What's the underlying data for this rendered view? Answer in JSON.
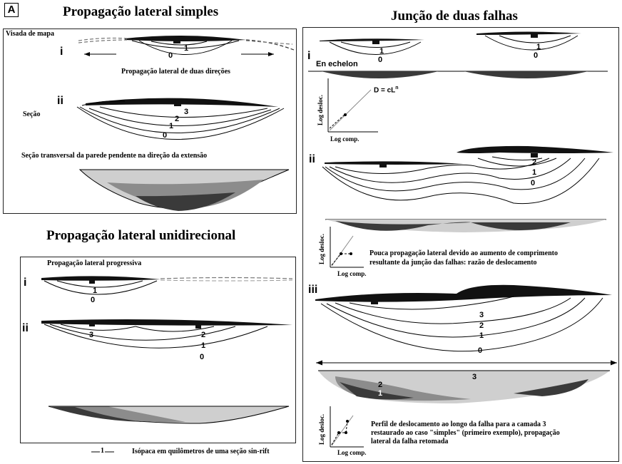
{
  "corner_label": "A",
  "left_top": {
    "title": "Propagação lateral simples",
    "map_label": "Visada de mapa",
    "roman_i": "i",
    "arrow_caption": "Propagação lateral de duas direções",
    "roman_ii": "ii",
    "section_label": "Seção",
    "isopachs_i": [
      "1",
      "0"
    ],
    "isopachs_ii": [
      "3",
      "2",
      "1",
      "0"
    ],
    "cross_section_caption": "Seção transversal da parede pendente na direção da extensão"
  },
  "left_bottom": {
    "title": "Propagação lateral unidirecional",
    "caption": "Propagação lateral progressiva",
    "roman_i": "i",
    "roman_ii": "ii",
    "isopachs_i": [
      "1",
      "0"
    ],
    "isopachs_ii_left": [
      "3"
    ],
    "isopachs_ii_right": [
      "2",
      "1",
      "0"
    ]
  },
  "right": {
    "title": "Junção de duas falhas",
    "roman_i": "i",
    "en_echelon": "En echelon",
    "isopachs_i_left": [
      "1",
      "0"
    ],
    "isopachs_i_right": [
      "1",
      "0"
    ],
    "equation": "D = cL",
    "equation_exp": "n",
    "roman_ii": "ii",
    "isopachs_ii": [
      "2",
      "1",
      "0"
    ],
    "ii_caption_line1": "Pouca propagação lateral devido ao aumento de comprimento",
    "ii_caption_line2": "resultante da junção das falhas: razão de deslocamento",
    "roman_iii": "iii",
    "isopachs_iii": [
      "3",
      "2",
      "1",
      "0"
    ],
    "profile_labels": [
      "3",
      "2",
      "1"
    ],
    "iii_caption_line1": "Perfil de deslocamento ao longo da falha para a camada 3",
    "iii_caption_line2": "restaurado ao caso \"simples\" (primeiro exemplo), propagação",
    "iii_caption_line3": "lateral da falha retomada"
  },
  "axes": {
    "log_displ": "Log desloc.",
    "log_len": "Log comp."
  },
  "legend": {
    "sample": "1",
    "text": "Isópaca em quilômetros de uma seção sin-rift"
  },
  "colors": {
    "fault_black": "#111111",
    "dark_fill": "#3a3a3a",
    "mid_fill": "#8c8c8c",
    "light_fill": "#cfcfcf"
  }
}
